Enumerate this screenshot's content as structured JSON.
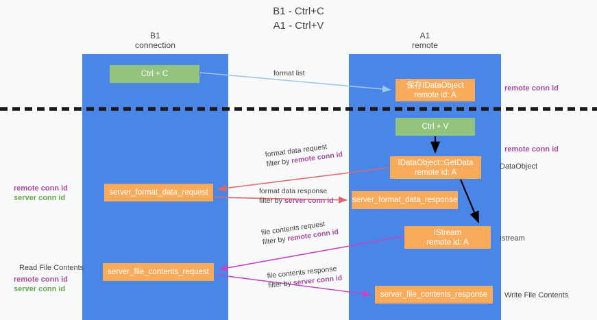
{
  "title": {
    "line1": "B1 - Ctrl+C",
    "line2": "A1 - Ctrl+V"
  },
  "lanes": [
    {
      "id": "b1",
      "name": "B1",
      "role": "connection",
      "color": "#4a86e8"
    },
    {
      "id": "a1",
      "name": "A1",
      "role": "remote",
      "color": "#4a86e8"
    }
  ],
  "nodes": {
    "ctrl_c": {
      "label": "Ctrl + C",
      "color": "#93c47d"
    },
    "store_dataobject": {
      "line1": "保存IDataObject",
      "line2": "remote id: A",
      "color": "#f9ab5c"
    },
    "ctrl_v": {
      "label": "Ctrl + V",
      "color": "#93c47d"
    },
    "getdata": {
      "line1": "IDataObject::GetData",
      "line2": "remote id: A",
      "color": "#f9ab5c"
    },
    "format_data_response": {
      "label": "server_format_data_response",
      "color": "#f9ab5c"
    },
    "istream": {
      "line1": "IStream",
      "line2": "remote id: A",
      "color": "#f9ab5c"
    },
    "format_data_request": {
      "label": "server_format_data_request",
      "color": "#f9ab5c"
    },
    "file_contents_request": {
      "label": "server_file_contents_request",
      "color": "#f9ab5c"
    },
    "file_contents_response": {
      "label": "server_file_contents_response",
      "color": "#f9ab5c"
    }
  },
  "messages": {
    "format_list": {
      "label": "format list",
      "color": "#9fc5e8"
    },
    "format_data_request": {
      "label": "format data request",
      "filter_prefix": "filter by ",
      "filter_key": "remote conn id",
      "color": "#e06666"
    },
    "format_data_response": {
      "label": "format data response",
      "filter_prefix": "filter by ",
      "filter_key": "server conn id",
      "color": "#e06666"
    },
    "file_contents_request": {
      "label": "file contents request",
      "filter_prefix": "filter by ",
      "filter_key": "remote conn id",
      "color": "#c743c7"
    },
    "file_contents_response": {
      "label": "file contents response",
      "filter_prefix": "filter by ",
      "filter_key": "server conn id",
      "color": "#c743c7"
    }
  },
  "annotations": {
    "right_remote_conn_top": "remote conn id",
    "right_remote_conn_mid": "remote conn id",
    "right_dataobject": "DataObject",
    "right_istream": "Istream",
    "right_write_file_contents": "Write File Contents",
    "left_remote_conn_id": "remote conn id",
    "left_server_conn_id": "server conn id",
    "left_read_file_contents": "Read File Contents",
    "left_remote_conn_id_2": "remote conn id",
    "left_server_conn_id_2": "server conn id"
  },
  "colors": {
    "lane": "#4a86e8",
    "green_node": "#93c47d",
    "orange_node": "#f9ab5c",
    "purple_text": "#a64d9a",
    "green_text": "#6aa84f",
    "red_arrow": "#e06666",
    "magenta_arrow": "#c743c7",
    "blue_arrow": "#9fc5e8",
    "black_arrow": "#000000",
    "background": "#f8f9fa"
  }
}
